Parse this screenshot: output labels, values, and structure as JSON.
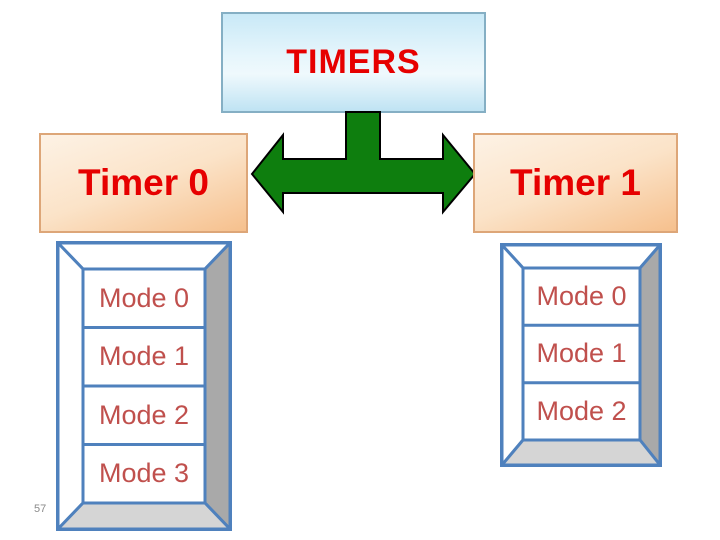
{
  "slide": {
    "page_number": "57"
  },
  "diagram": {
    "title": "TIMERS",
    "branches": [
      {
        "label": "Timer 0",
        "modes": [
          "Mode 0",
          "Mode 1",
          "Mode 2",
          "Mode 3"
        ]
      },
      {
        "label": "Timer 1",
        "modes": [
          "Mode 0",
          "Mode 1",
          "Mode 2"
        ]
      }
    ],
    "connector": "double-headed-arrow"
  },
  "colors": {
    "title_text": "#e60000",
    "mode_text": "#c0504d",
    "frame_border": "#4f81bd",
    "frame_side_shadow": "#a9a9a9",
    "frame_bottom_shadow": "#d5d5d5",
    "arrow_fill": "#0e7e0e",
    "arrow_outline": "#000000",
    "timers_box_fill": "#cfeaf7",
    "timer_box_fill": "#f9d6ae",
    "timer_box_border": "#dda678",
    "timers_box_border": "#85afc4"
  }
}
